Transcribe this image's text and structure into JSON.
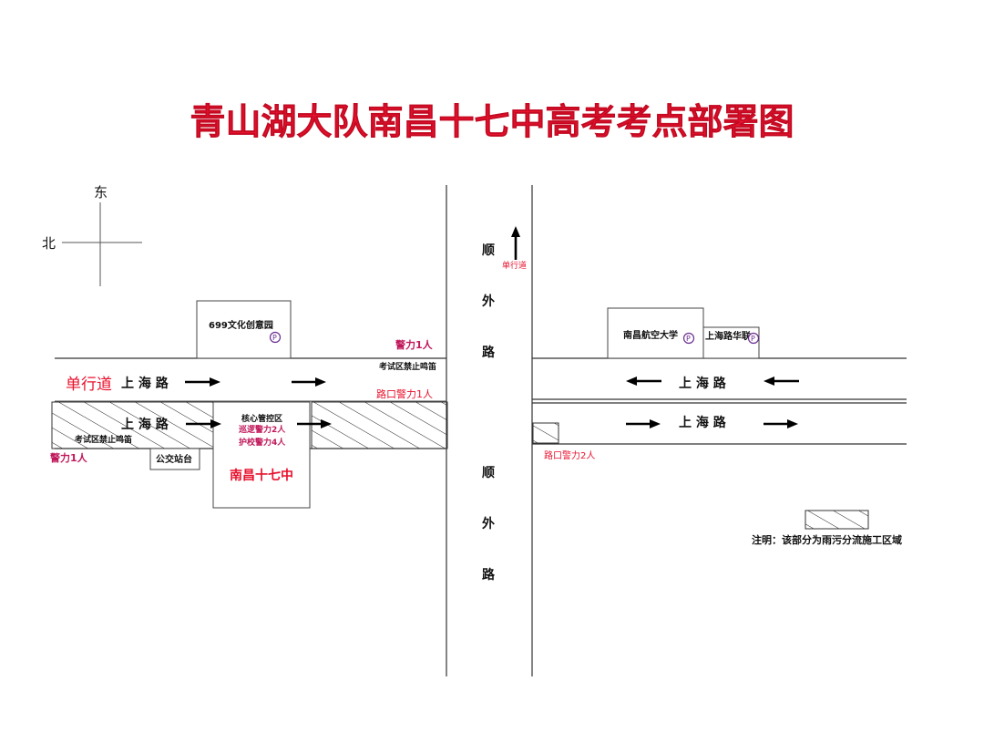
{
  "title": "青山湖大队南昌十七中高考考点部署图",
  "compass": {
    "east": "东",
    "north": "北"
  },
  "roads": {
    "shanghai_road": "上 海 路",
    "shunwai_road_char1": "顺",
    "shunwai_road_char2": "外",
    "shunwai_road_char3": "路"
  },
  "buildings": {
    "park_699": "699文化创意园",
    "nanchang_aviation": "南昌航空大学",
    "shanghai_huali": "上海路华联",
    "school": "南昌十七中",
    "bus_stop": "公交站台"
  },
  "icons": {
    "parking": "P"
  },
  "labels": {
    "one_way_west": "单行道",
    "one_way_north": "单行道",
    "police_top": "警力1人",
    "no_horn_north": "考试区禁止鸣笛",
    "intersection_police_1": "路口警力1人",
    "core_zone": "核心管控区",
    "patrol_police": "巡逻警力2人",
    "school_guard": "护校警力4人",
    "no_horn_south": "考试区禁止鸣笛",
    "police_left": "警力1人",
    "intersection_police_2": "路口警力2人",
    "note": "注明：该部分为雨污分流施工区域"
  }
}
